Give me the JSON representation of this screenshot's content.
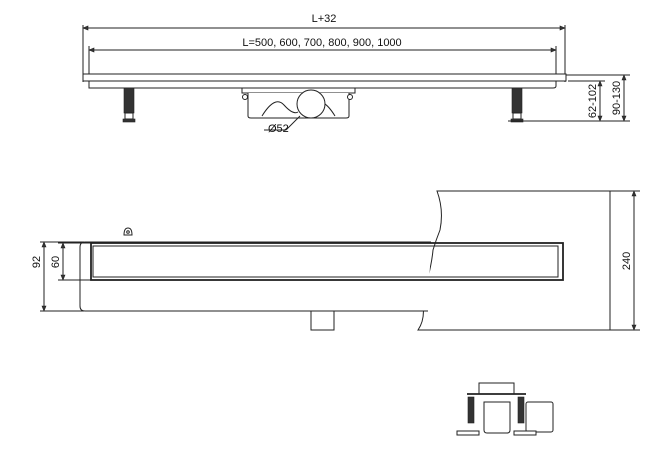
{
  "side_view": {
    "overall_length": "L+32",
    "lengths": "L=500, 600, 700, 800, 900, 1000",
    "pipe_diameter": "Ø52",
    "height_channel": "62-102",
    "height_total": "90-130"
  },
  "top_view": {
    "width_outer": "92",
    "width_grate": "60",
    "wall_depth": "240"
  }
}
